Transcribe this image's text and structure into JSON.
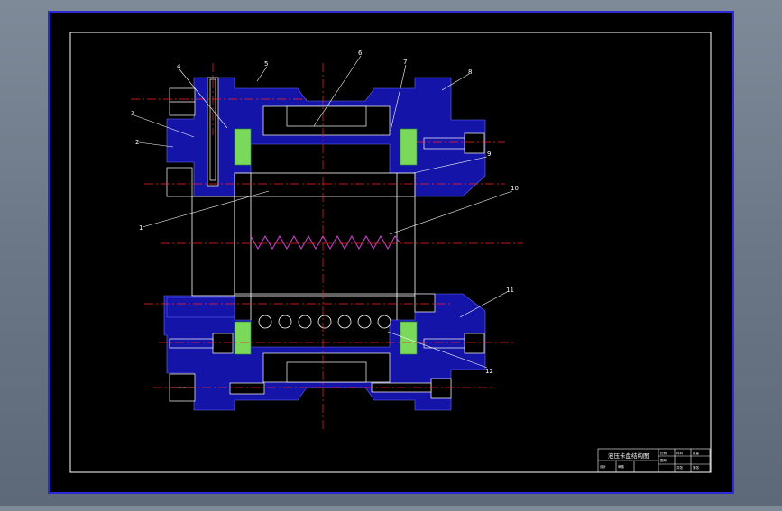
{
  "drawing": {
    "background": "#000000",
    "frame_color": "#2b2bd6",
    "inner_border_color": "#ffffff",
    "section_fill": "#1414a8",
    "seal_fill": "#7ad85a",
    "centerline_color": "#ff2020",
    "spring_color": "#d048d0",
    "leader_color": "#ffffff"
  },
  "part_labels": [
    "1",
    "2",
    "3",
    "4",
    "5",
    "6",
    "7",
    "8",
    "9",
    "10",
    "11",
    "12"
  ],
  "title_block": {
    "title": "液压卡盘结构图",
    "cells": [
      "比例",
      "材料",
      "数量",
      "图号",
      "设计",
      "审核",
      "共张",
      "第张"
    ]
  }
}
